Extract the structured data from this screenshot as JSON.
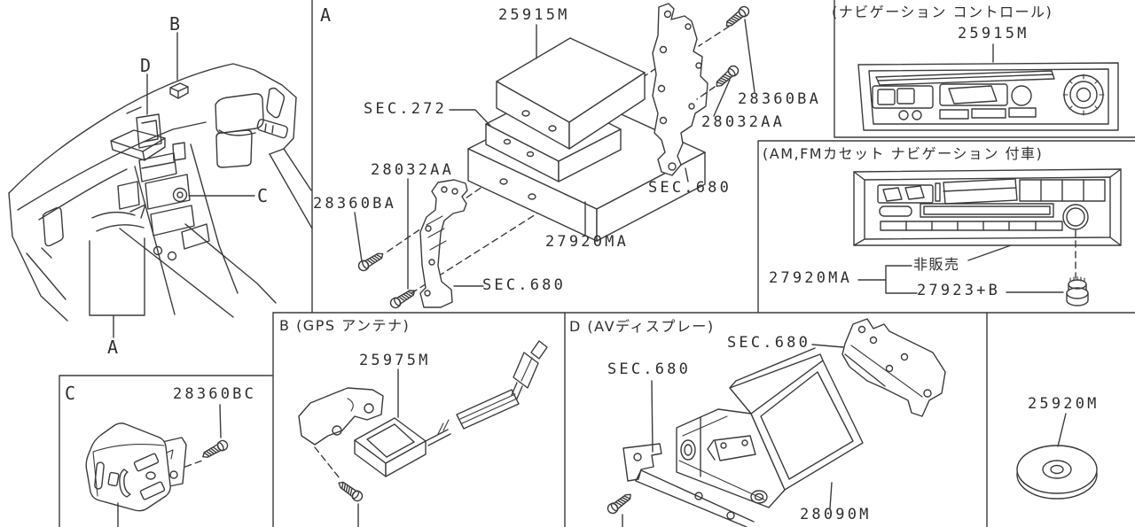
{
  "figure": {
    "background": "#ffffff",
    "line_color": "#3b3b3b",
    "text_color": "#2e2e2e"
  },
  "dashboard": {
    "callout_a": "A",
    "callout_b": "B",
    "callout_c": "C",
    "callout_d": "D"
  },
  "section_a": {
    "label": "A",
    "part_nav_unit": "25915M",
    "ref_console": "SEC.272",
    "screw_upper_left": "28032AA",
    "screw_lower_left": "28360BA",
    "ref_bracket_left": "SEC.680",
    "part_audio_unit": "27920MA",
    "screw_upper_right": "28360BA",
    "screw_lower_right": "28032AA",
    "ref_bracket_right": "SEC.680"
  },
  "nav_control": {
    "title": "(ナビゲーション コントロール)",
    "part": "25915M"
  },
  "amfm": {
    "title": "(AM,FMカセット ナビゲーション 付車)",
    "group_part": "27920MA",
    "not_for_sale": "非販売",
    "knob_part": "27923+B"
  },
  "section_b": {
    "title": "B (GPS アンテナ)",
    "part": "25975M"
  },
  "section_d": {
    "title": "D (AVディスプレー)",
    "ref_bracket_upper": "SEC.680",
    "ref_bracket_lower": "SEC.680",
    "part": "28090M"
  },
  "section_c": {
    "label": "C",
    "screw": "28360BC"
  },
  "disc": {
    "part": "25920M"
  }
}
